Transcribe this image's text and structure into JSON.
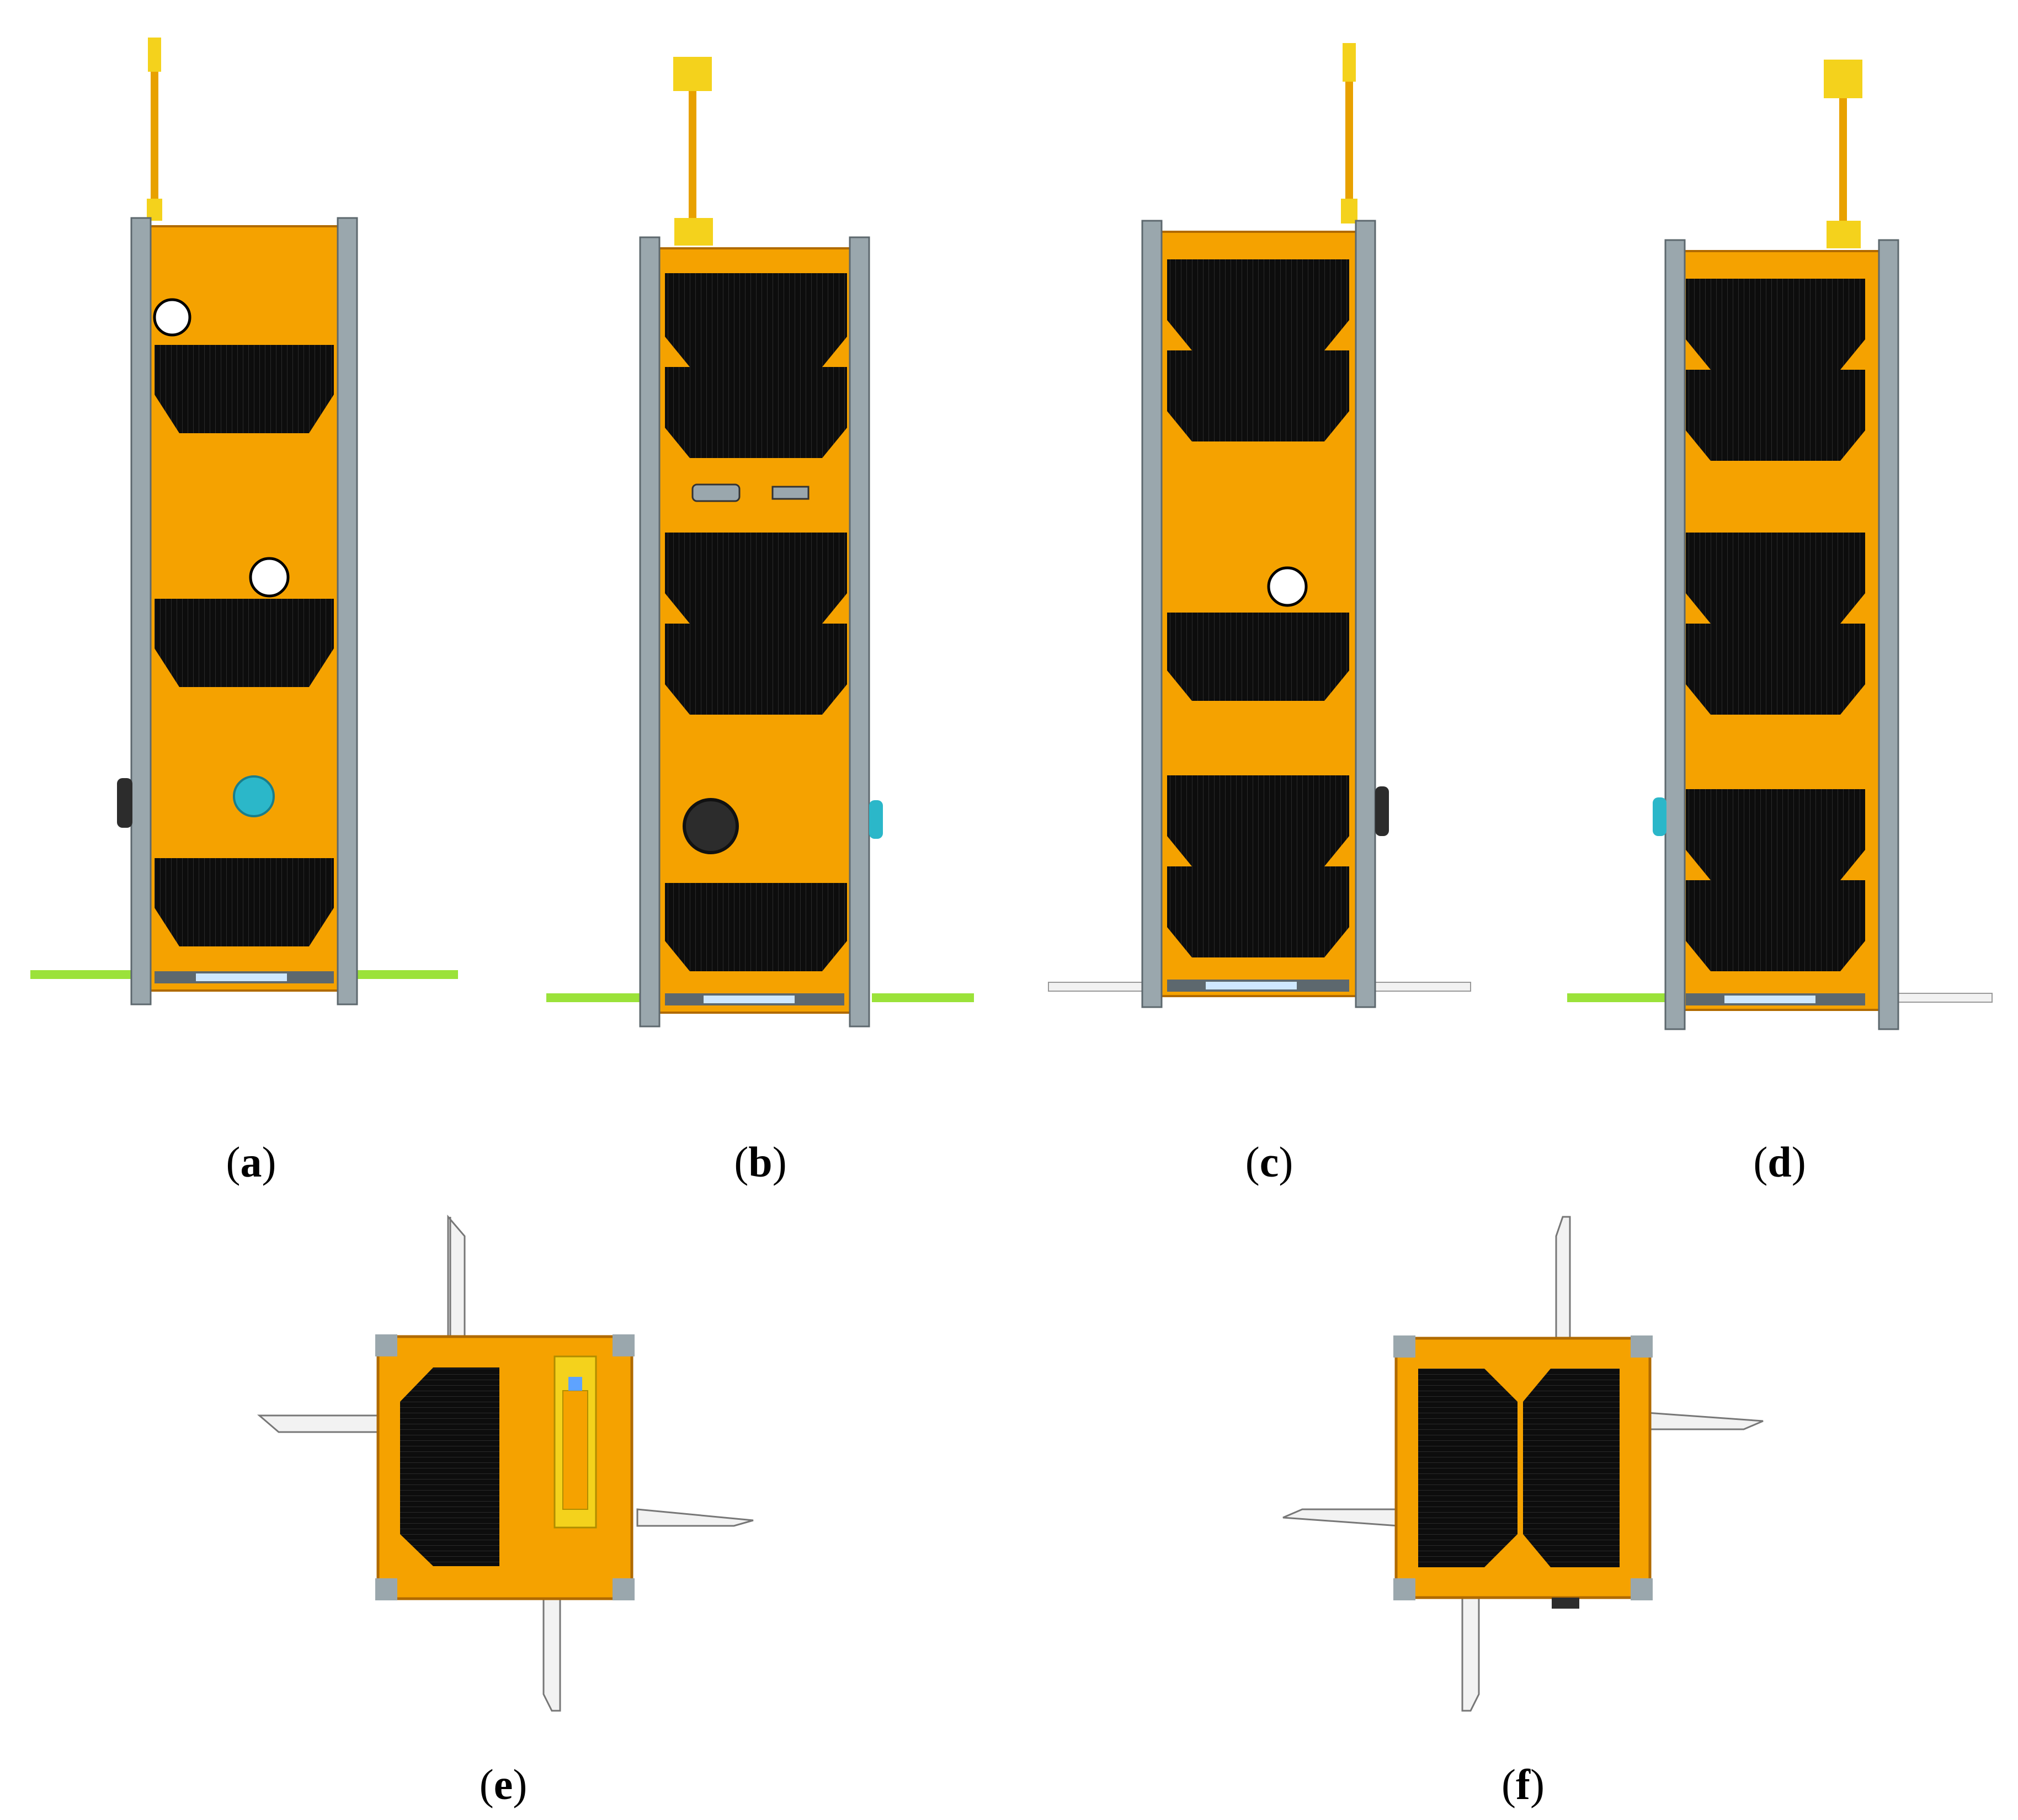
{
  "figure": {
    "colors": {
      "panel": "#f5a200",
      "panel_edge": "#b06a00",
      "rail": "#9aa7ad",
      "rail_edge": "#5d686e",
      "solar": "#0d0d0d",
      "solar_edge": "#2a2a2a",
      "antenna": "#e8a100",
      "antenna_tip": "#f4d21c",
      "boom_green": "#9be23a",
      "boom_white": "#f2f2f2",
      "sensor_white": "#ffffff",
      "sensor_teal": "#2bb7c9",
      "lens_dark": "#2c2c2c"
    },
    "subfigures": [
      {
        "id": "a",
        "caption": "a",
        "view": "side",
        "panels": [
          1,
          0,
          1,
          0,
          1
        ]
      },
      {
        "id": "b",
        "caption": "b",
        "view": "side",
        "panels": [
          2,
          2,
          0,
          1
        ]
      },
      {
        "id": "c",
        "caption": "c",
        "view": "side",
        "panels": [
          2,
          0,
          2
        ]
      },
      {
        "id": "d",
        "caption": "d",
        "view": "side",
        "panels": [
          2,
          2,
          2
        ]
      },
      {
        "id": "e",
        "caption": "e",
        "view": "top"
      },
      {
        "id": "f",
        "caption": "f",
        "view": "bottom"
      }
    ]
  }
}
